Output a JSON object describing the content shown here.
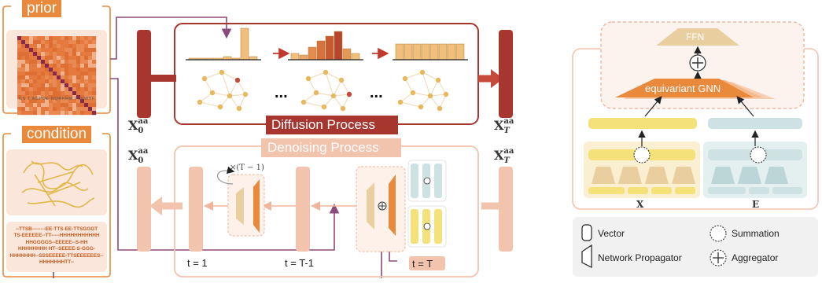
{
  "left": {
    "prior_label": "prior",
    "matrix_axis_text": "CS T AGPDE NQRKHM I LVWYF",
    "condition_label": "condition",
    "sequence_lines": [
      "--TTSB--------EE-TTS-EE-TTSGGGT",
      "TS-EEEEEE--TT-----HHHHHHHHHHH",
      "HHGGGGS--EEEEE--S-HH",
      "HHHHHHHH HT--SEEEE-S-GGG-",
      "HHHHHHH--SSSEEEEE-TTSEEEEEES--",
      "HHHHHHHTT--"
    ]
  },
  "middle": {
    "x0_top": "X",
    "x0_top_sup": "aa",
    "x0_top_sub": "0",
    "xT_top": "X",
    "xT_top_sup": "aa",
    "xT_top_sub": "T",
    "diffusion_label": "Diffusion Process",
    "denoising_label": "Denoising Process",
    "ellipsis_1": "...",
    "ellipsis_2": "...",
    "x0_bot": "X",
    "x0_bot_sup": "aa",
    "x0_bot_sub": "0",
    "xT_bot": "X",
    "xT_bot_sup": "aa",
    "xT_bot_sub": "T",
    "repeat_label": "×(T − 1)",
    "t1": "t = 1",
    "tT1": "t = T-1",
    "tT": "t = T"
  },
  "right": {
    "ffn_label": "FFN",
    "gnn_label": "equivariant GNN",
    "x_label": "X",
    "e_label": "E",
    "legend": {
      "vector": "Vector",
      "summation": "Summation",
      "propagator": "Network Propagator",
      "aggregator": "Aggregator"
    }
  },
  "colors": {
    "dark_red": "#a6362e",
    "orange": "#e8893c",
    "peach": "#f2c3ad",
    "light_peach": "#fbe6dc",
    "yellow": "#f4e17a",
    "tan": "#e9cfa0",
    "teal": "#cfe2e3",
    "purple": "#8b4a7a"
  }
}
